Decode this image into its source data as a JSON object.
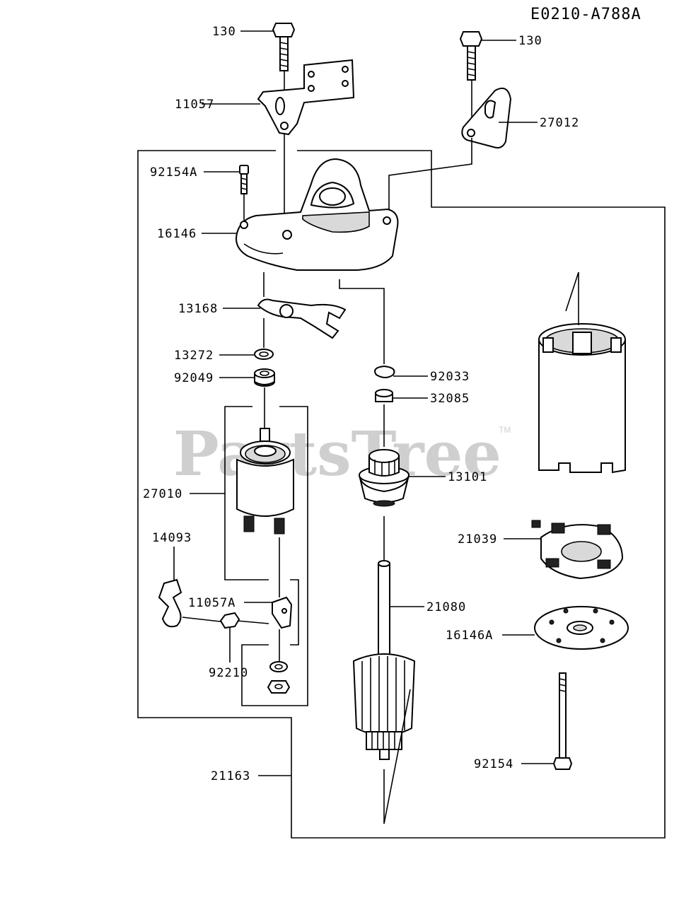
{
  "diagram_code": "E0210-A788A",
  "watermark": {
    "text": "PartsTree",
    "trademark": "TM"
  },
  "callouts": [
    {
      "id": "130-left",
      "text": "130"
    },
    {
      "id": "130-right",
      "text": "130"
    },
    {
      "id": "11057",
      "text": "11057"
    },
    {
      "id": "27012",
      "text": "27012"
    },
    {
      "id": "92154A",
      "text": "92154A"
    },
    {
      "id": "16146",
      "text": "16146"
    },
    {
      "id": "13168",
      "text": "13168"
    },
    {
      "id": "13272",
      "text": "13272"
    },
    {
      "id": "92049",
      "text": "92049"
    },
    {
      "id": "92033",
      "text": "92033"
    },
    {
      "id": "32085",
      "text": "32085"
    },
    {
      "id": "13101",
      "text": "13101"
    },
    {
      "id": "27010",
      "text": "27010"
    },
    {
      "id": "14093",
      "text": "14093"
    },
    {
      "id": "11057A",
      "text": "11057A"
    },
    {
      "id": "92210",
      "text": "92210"
    },
    {
      "id": "21039",
      "text": "21039"
    },
    {
      "id": "21080",
      "text": "21080"
    },
    {
      "id": "16146A",
      "text": "16146A"
    },
    {
      "id": "92154",
      "text": "92154"
    },
    {
      "id": "21163",
      "text": "21163"
    }
  ]
}
